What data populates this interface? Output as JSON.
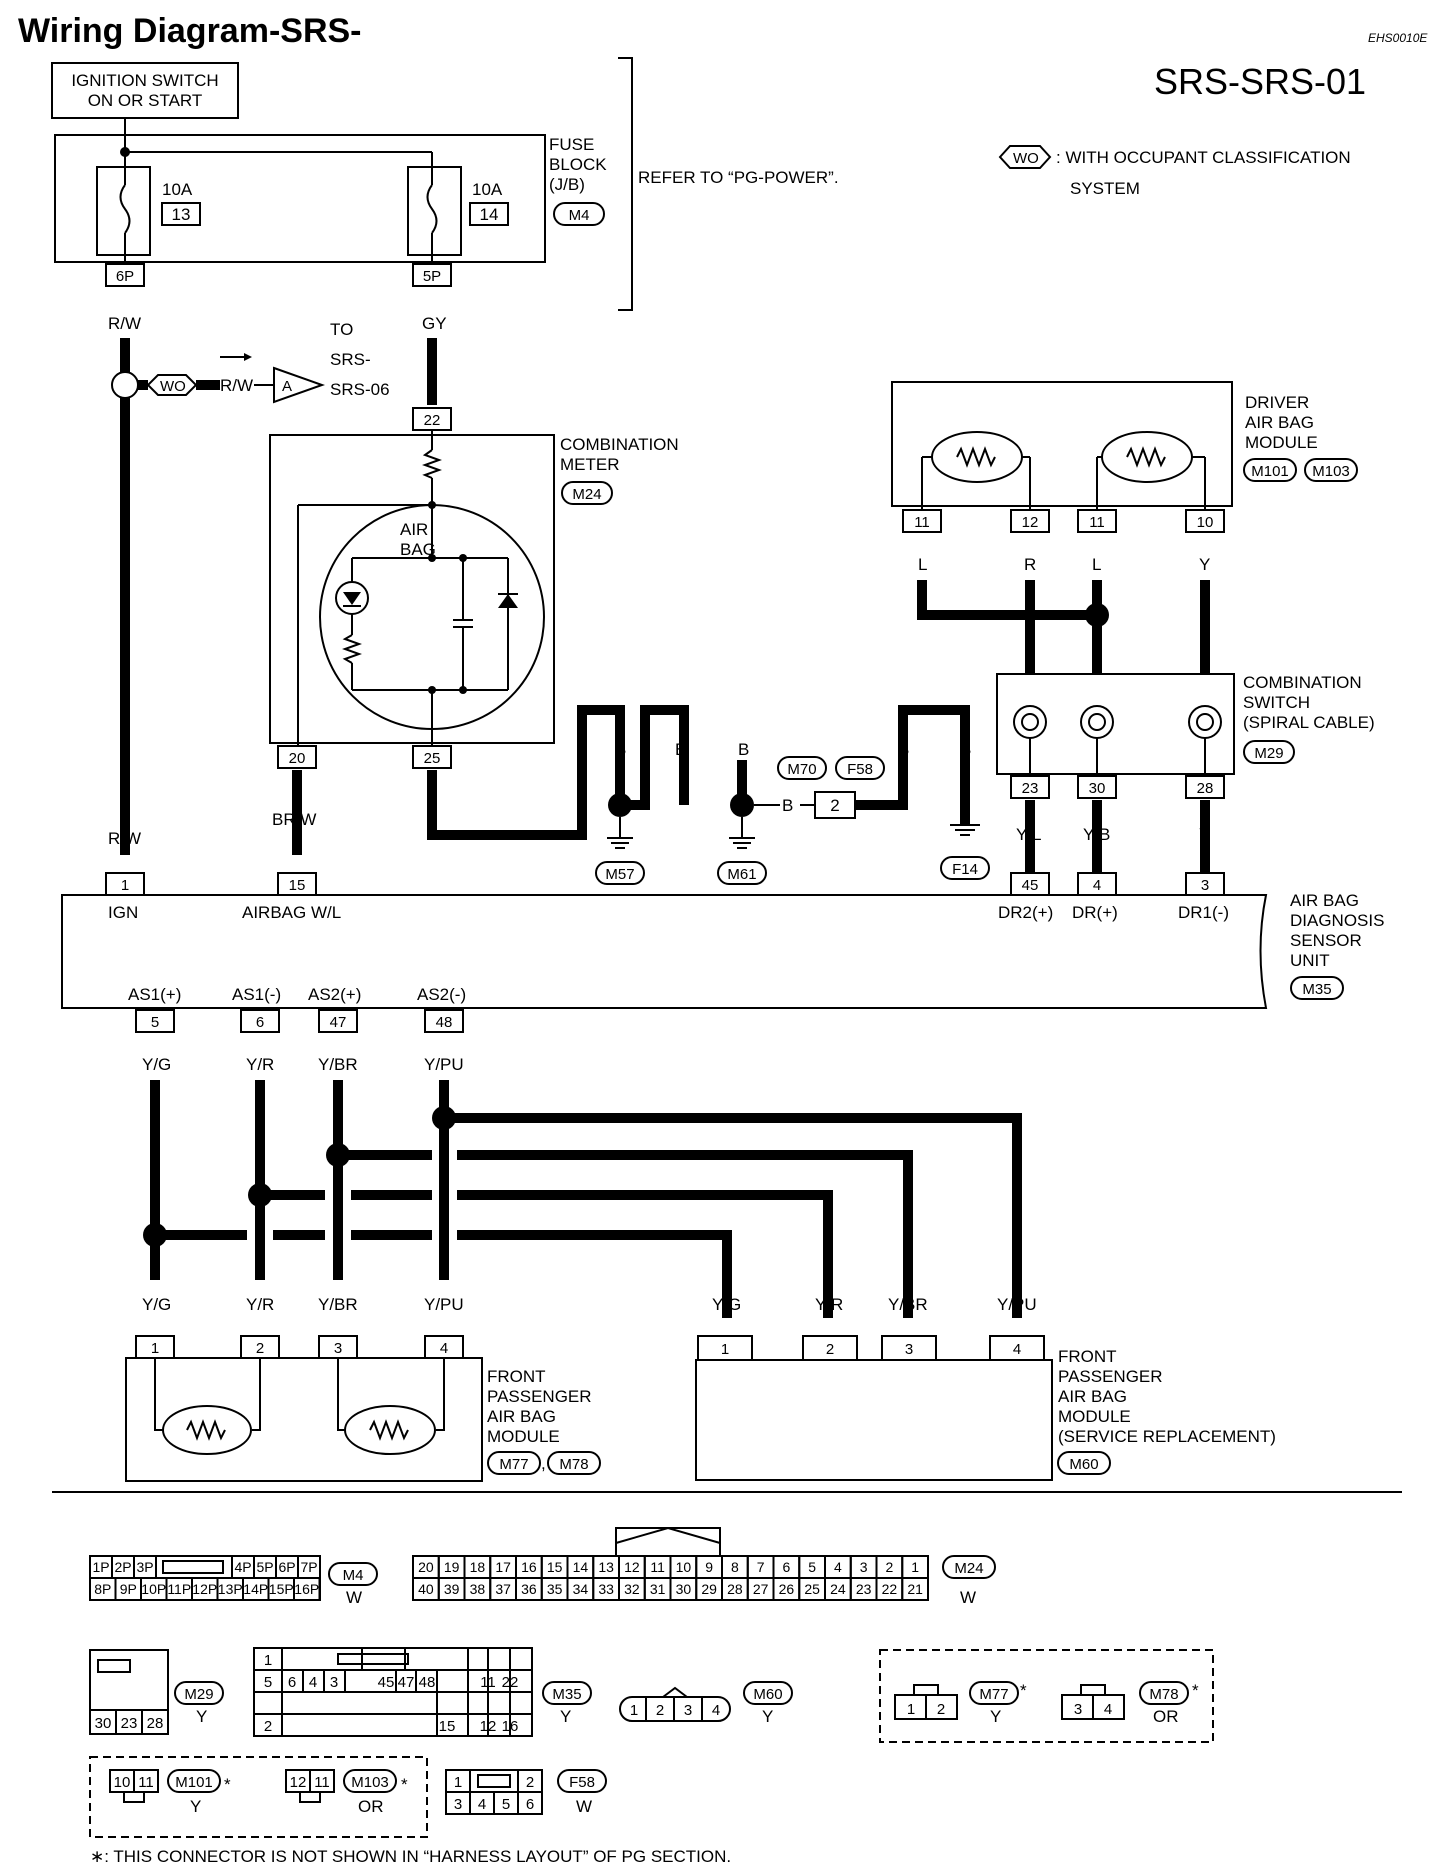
{
  "title": "Wiring Diagram-SRS-",
  "code": "EHS0010E",
  "page_id": "SRS-SRS-01",
  "legend": {
    "tag": "WO",
    "line1": ": WITH OCCUPANT CLASSIFICATION",
    "line2": "SYSTEM"
  },
  "ignition": {
    "line1": "IGNITION SWITCH",
    "line2": "ON OR START"
  },
  "fuse_block": {
    "line1": "FUSE",
    "line2": "BLOCK",
    "line3": "(J/B)",
    "conn": "M4",
    "refer": "REFER TO “PG-POWER”.",
    "fuse1_amp": "10A",
    "fuse1_no": "13",
    "fuse2_amp": "10A",
    "fuse2_no": "14",
    "pin1": "6P",
    "pin2": "5P"
  },
  "wires": {
    "rw": "R/W",
    "gy": "GY",
    "brw": "BR/W",
    "b": "B",
    "l": "L",
    "r": "R",
    "y": "Y",
    "yl": "Y/L",
    "yb": "Y/B",
    "yg": "Y/G",
    "yr": "Y/R",
    "ybr": "Y/BR",
    "ypu": "Y/PU"
  },
  "to_ref": {
    "wo": "WO",
    "arrow": "A",
    "line1": "TO",
    "line2": "SRS-",
    "line3": "SRS-06"
  },
  "meter": {
    "line1": "COMBINATION",
    "line2": "METER",
    "conn": "M24",
    "lamp1": "AIR",
    "lamp2": "BAG",
    "p22": "22",
    "p20": "20",
    "p25": "25"
  },
  "grounds": {
    "g1": "M57",
    "g2": "M61",
    "g3": "F14",
    "m70": "M70",
    "f58": "F58",
    "pin2": "2"
  },
  "driver": {
    "line1": "DRIVER",
    "line2": "AIR BAG",
    "line3": "MODULE",
    "conn1": "M101",
    "conn2": "M103",
    "p1": "11",
    "p2": "12",
    "p3": "11",
    "p4": "10"
  },
  "spiral": {
    "line1": "COMBINATION",
    "line2": "SWITCH",
    "line3": "(SPIRAL CABLE)",
    "conn": "M29",
    "p1": "23",
    "p2": "30",
    "p3": "28"
  },
  "diag": {
    "line1": "AIR BAG",
    "line2": "DIAGNOSIS",
    "line3": "SENSOR",
    "line4": "UNIT",
    "conn": "M35",
    "p1": "1",
    "p15": "15",
    "p45": "45",
    "p4": "4",
    "p3": "3",
    "ign": "IGN",
    "wl": "AIRBAG W/L",
    "dr2": "DR2(+)",
    "dr": "DR(+)",
    "dr1": "DR1(-)",
    "as1p": "AS1(+)",
    "as1m": "AS1(-)",
    "as2p": "AS2(+)",
    "as2m": "AS2(-)",
    "p5": "5",
    "p6": "6",
    "p47": "47",
    "p48": "48"
  },
  "pass": {
    "line1": "FRONT",
    "line2": "PASSENGER",
    "line3": "AIR BAG",
    "line4": "MODULE",
    "conn1": "M77",
    "conn2": "M78",
    "p1": "1",
    "p2": "2",
    "p3": "3",
    "p4": "4"
  },
  "pass_sr": {
    "line1": "FRONT",
    "line2": "PASSENGER",
    "line3": "AIR BAG",
    "line4": "MODULE",
    "line5": "(SERVICE REPLACEMENT)",
    "conn": "M60"
  },
  "connectors": {
    "m4_top": [
      "1P",
      "2P",
      "3P",
      "4P",
      "5P",
      "6P",
      "7P"
    ],
    "m4_bot": [
      "8P",
      "9P",
      "10P",
      "11P",
      "12P",
      "13P",
      "14P",
      "15P",
      "16P"
    ],
    "m4": "M4",
    "m4c": "W",
    "m24_top": [
      "20",
      "19",
      "18",
      "17",
      "16",
      "15",
      "14",
      "13",
      "12",
      "11",
      "10",
      "9",
      "8",
      "7",
      "6",
      "5",
      "4",
      "3",
      "2",
      "1"
    ],
    "m24_bot": [
      "40",
      "39",
      "38",
      "37",
      "36",
      "35",
      "34",
      "33",
      "32",
      "31",
      "30",
      "29",
      "28",
      "27",
      "26",
      "25",
      "24",
      "23",
      "22",
      "21"
    ],
    "m24": "M24",
    "m24c": "W",
    "m29_bot": [
      "30",
      "23",
      "28"
    ],
    "m29": "M29",
    "m29c": "Y",
    "m35_r1": [
      "1"
    ],
    "m35_r2": [
      "5",
      "6",
      "4",
      "3",
      "45",
      "47",
      "48",
      "11",
      "22"
    ],
    "m35_r3": [
      "2",
      "15",
      "12",
      "16"
    ],
    "m35": "M35",
    "m35c": "Y",
    "m60_pins": [
      "1",
      "2",
      "3",
      "4"
    ],
    "m60": "M60",
    "m60c": "Y",
    "m77_pins": [
      "1",
      "2"
    ],
    "m77": "M77",
    "m77c": "Y",
    "m78_pins": [
      "3",
      "4"
    ],
    "m78": "M78",
    "m78c": "OR",
    "m101_pins": [
      "10",
      "11"
    ],
    "m101": "M101",
    "m101c": "Y",
    "m103_pins": [
      "12",
      "11"
    ],
    "m103": "M103",
    "m103c": "OR",
    "f58_top": [
      "1",
      "2"
    ],
    "f58_bot": [
      "3",
      "4",
      "5",
      "6"
    ],
    "f58": "F58",
    "f58c": "W",
    "star": "*"
  },
  "footnote": "∗: THIS CONNECTOR IS NOT SHOWN IN “HARNESS LAYOUT” OF PG SECTION."
}
